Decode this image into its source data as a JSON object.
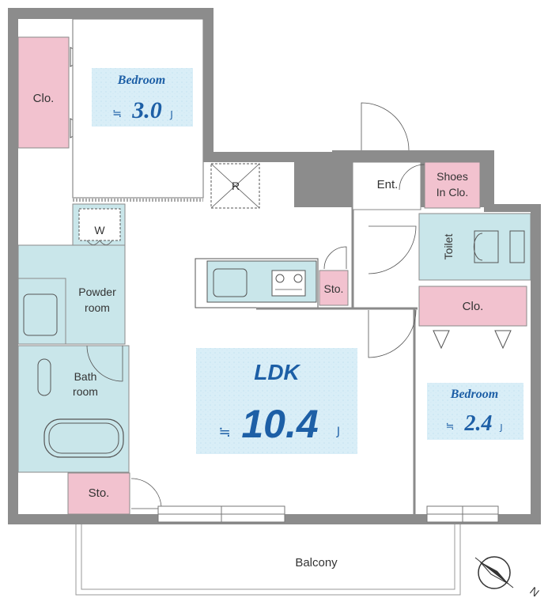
{
  "rooms": {
    "bedroom_main": {
      "label": "Bedroom",
      "size": "3.0",
      "unit": "J"
    },
    "bedroom_small": {
      "label": "Bedroom",
      "size": "2.4",
      "unit": "J"
    },
    "ldk": {
      "label": "LDK",
      "size": "10.4",
      "unit": "J"
    },
    "approx_symbol": "≒",
    "closet_left": "Clo.",
    "closet_right": "Clo.",
    "refrigerator": "R",
    "entrance": "Ent.",
    "shoes_closet_line1": "Shoes",
    "shoes_closet_line2": "In Clo.",
    "toilet": "Toilet",
    "kitchen_storage": "Sto.",
    "washer": "W",
    "powder_line1": "Powder",
    "powder_line2": "room",
    "bath_line1": "Bath",
    "bath_line2": "room",
    "storage_bottom": "Sto.",
    "balcony": "Balcony"
  },
  "compass": {
    "label": "N"
  },
  "colors": {
    "wall": "#8c8c8c",
    "closet": "#f2c2cf",
    "wet_area": "#c9e6ea",
    "room_label_bg": "#d9eef7",
    "label_text": "#1d5fa6"
  }
}
